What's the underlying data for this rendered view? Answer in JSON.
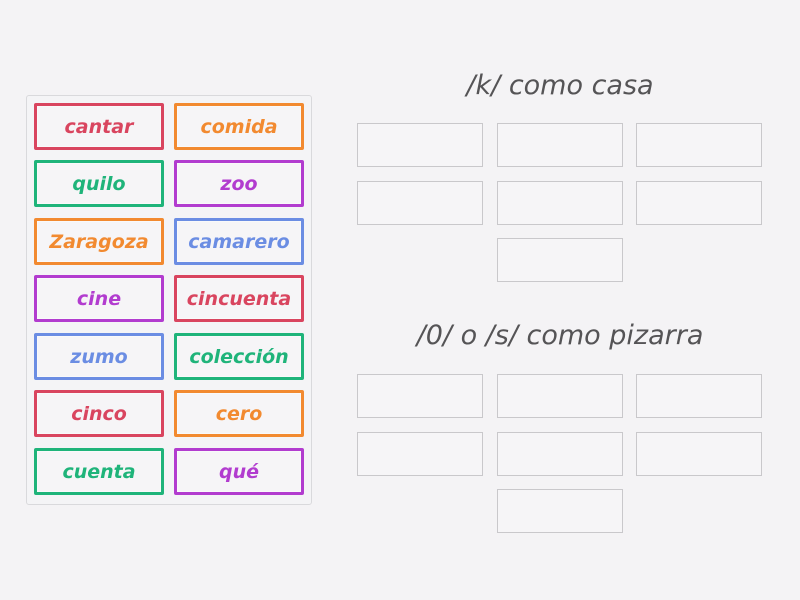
{
  "colors": {
    "red": "#d9455f",
    "orange": "#f28a30",
    "green": "#1fb47a",
    "purple": "#b23ccf",
    "blue": "#6b8de3"
  },
  "cards": [
    {
      "label": "cantar",
      "color": "red"
    },
    {
      "label": "comida",
      "color": "orange"
    },
    {
      "label": "quilo",
      "color": "green"
    },
    {
      "label": "zoo",
      "color": "purple"
    },
    {
      "label": "Zaragoza",
      "color": "orange"
    },
    {
      "label": "camarero",
      "color": "blue"
    },
    {
      "label": "cine",
      "color": "purple"
    },
    {
      "label": "cincuenta",
      "color": "red"
    },
    {
      "label": "zumo",
      "color": "blue"
    },
    {
      "label": "colección",
      "color": "green"
    },
    {
      "label": "cinco",
      "color": "red"
    },
    {
      "label": "cero",
      "color": "orange"
    },
    {
      "label": "cuenta",
      "color": "green"
    },
    {
      "label": "qué",
      "color": "purple"
    }
  ],
  "groups": [
    {
      "title": "/k/ como casa",
      "slots": 7
    },
    {
      "title": "/0/ o /s/ como pizarra",
      "slots": 7
    }
  ]
}
